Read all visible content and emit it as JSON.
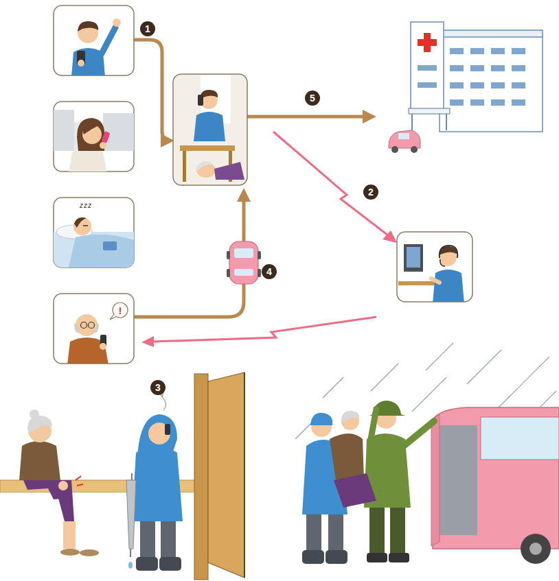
{
  "diagram": {
    "labels": [
      "1",
      "5",
      "zzz",
      "2",
      "4",
      "!",
      "3"
    ]
  }
}
